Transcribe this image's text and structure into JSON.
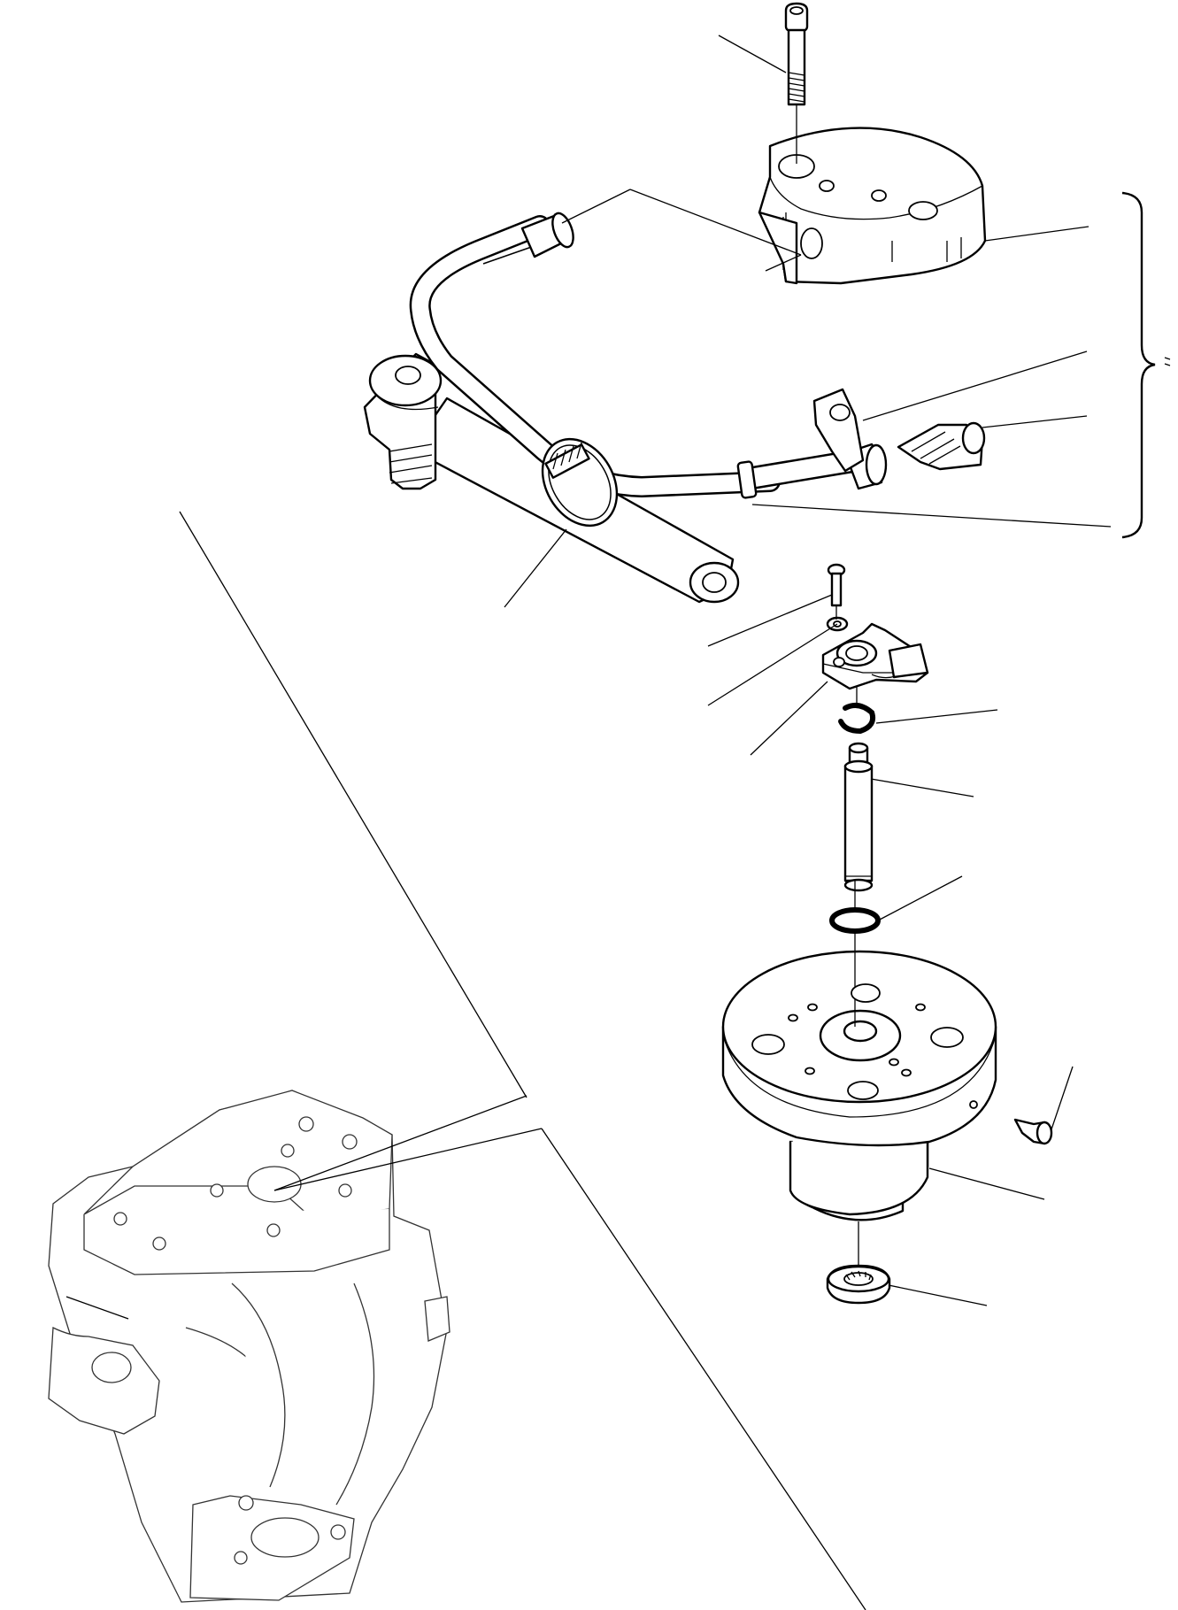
{
  "figure": {
    "background_color": "#ffffff",
    "line_color": "#000000",
    "parts": [
      {
        "name": "bolt"
      },
      {
        "name": "sensor-housing"
      },
      {
        "name": "sensor-cable-harness"
      },
      {
        "name": "cable-clamp"
      },
      {
        "name": "ball-joint-rod"
      },
      {
        "name": "mounting-bracket-tab"
      },
      {
        "name": "cable-connector"
      },
      {
        "name": "screw"
      },
      {
        "name": "washer"
      },
      {
        "name": "sensor-bracket"
      },
      {
        "name": "snap-ring"
      },
      {
        "name": "drive-shaft"
      },
      {
        "name": "o-ring"
      },
      {
        "name": "sensor-base-flange"
      },
      {
        "name": "grease-nipple"
      },
      {
        "name": "splined-bushing"
      },
      {
        "name": "steering-knuckle"
      }
    ],
    "callouts": [
      "",
      "",
      "",
      "",
      "",
      "",
      "",
      "",
      "",
      "",
      "",
      "",
      "",
      "",
      ""
    ]
  }
}
